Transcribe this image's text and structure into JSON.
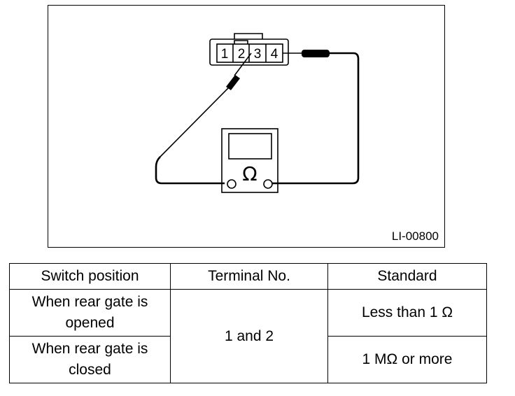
{
  "figure": {
    "connector_pins": [
      "1",
      "2",
      "3",
      "4"
    ],
    "meter_symbol": "Ω",
    "figure_id": "LI-00800",
    "icons": [
      "connector-icon",
      "test-probe-icon",
      "ohmmeter-icon"
    ]
  },
  "table": {
    "headers": [
      "Switch position",
      "Terminal No.",
      "Standard"
    ],
    "rows": [
      {
        "switch_position": "When rear gate is opened",
        "standard": "Less than 1 Ω"
      },
      {
        "switch_position": "When rear gate is closed",
        "standard": "1 MΩ or more"
      }
    ],
    "terminal": "1 and 2"
  }
}
